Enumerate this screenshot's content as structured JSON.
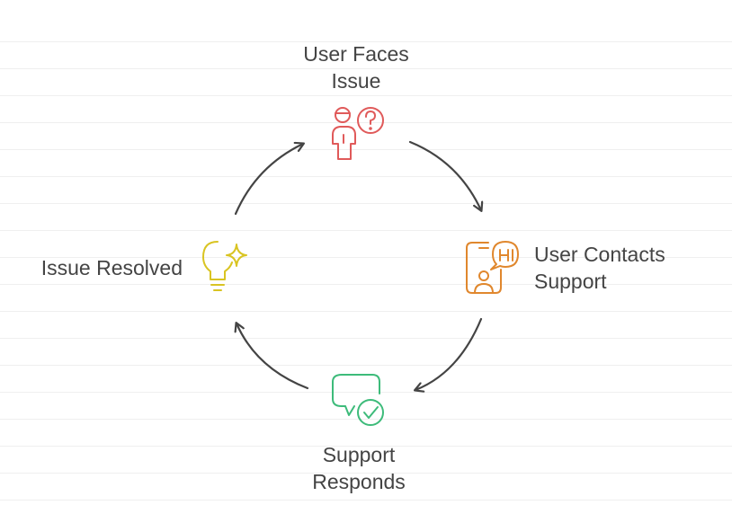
{
  "steps": [
    {
      "lines": [
        "User Faces",
        "Issue"
      ],
      "icon": "person-question-icon",
      "color": "#e05a5a"
    },
    {
      "lines": [
        "User Contacts",
        "Support"
      ],
      "icon": "phone-chat-icon",
      "color": "#e0872d"
    },
    {
      "lines": [
        "Support",
        "Responds"
      ],
      "icon": "chat-check-icon",
      "color": "#3dbb7a"
    },
    {
      "lines": [
        "Issue Resolved"
      ],
      "icon": "lightbulb-sparkle-icon",
      "color": "#d9c422"
    }
  ],
  "arrow_color": "#444444"
}
